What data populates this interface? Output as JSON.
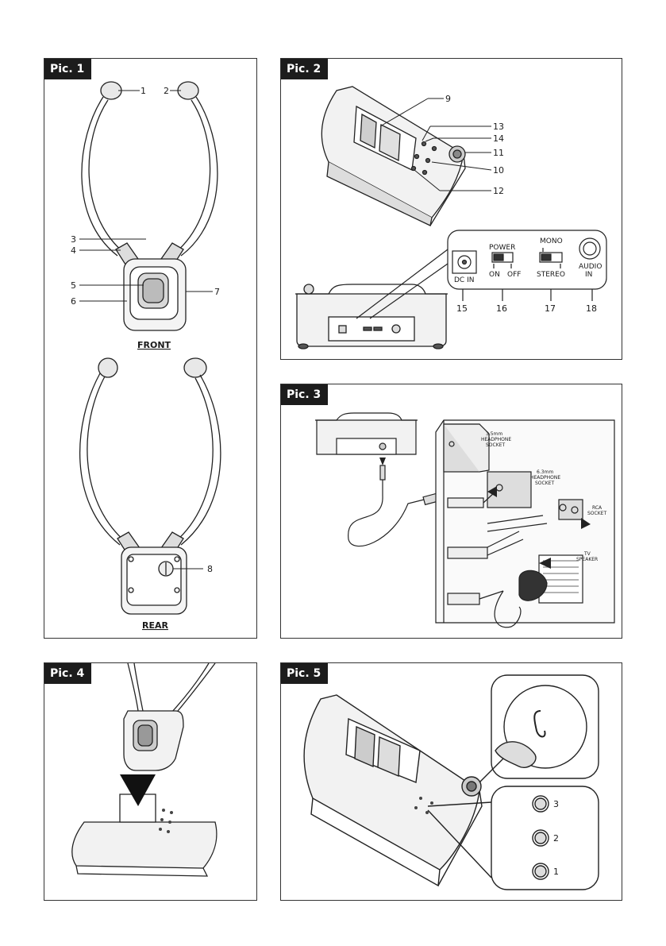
{
  "panels": {
    "pic1": {
      "tag": "Pic. 1",
      "callouts": [
        "1",
        "2",
        "3",
        "4",
        "5",
        "6",
        "7",
        "8"
      ],
      "front_label": "FRONT",
      "rear_label": "REAR"
    },
    "pic2": {
      "tag": "Pic. 2",
      "callouts": [
        "9",
        "13",
        "14",
        "11",
        "10",
        "12",
        "15",
        "16",
        "17",
        "18"
      ],
      "power_label": "POWER",
      "on_label": "ON",
      "off_label": "OFF",
      "mono_label": "MONO",
      "stereo_label": "STEREO",
      "dc_in_label": "DC IN",
      "audio_label": "AUDIO",
      "in_label": "IN"
    },
    "pic3": {
      "tag": "Pic. 3",
      "socket_35_line1": "3.5mm",
      "socket_35_line2": "HEADPHONE",
      "socket_35_line3": "SOCKET",
      "socket_63_line1": "6.3mm",
      "socket_63_line2": "HEADPHONE",
      "socket_63_line3": "SOCKET",
      "rca_line1": "RCA",
      "rca_line2": "SOCKET",
      "tv_line1": "TV",
      "tv_line2": "SPEAKER"
    },
    "pic4": {
      "tag": "Pic. 4"
    },
    "pic5": {
      "tag": "Pic. 5",
      "levels": [
        "3",
        "2",
        "1"
      ]
    }
  },
  "icons": [
    "ear-icon",
    "arrow-down-icon",
    "arrow-left-icon"
  ]
}
